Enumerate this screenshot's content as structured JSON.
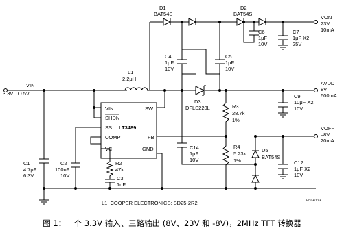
{
  "labels": {
    "d1": "D1",
    "d1_part": "BAT54S",
    "d2": "D2",
    "d2_part": "BAT54S",
    "von": "VON",
    "von_v": "23V",
    "von_i": "10mA",
    "c6": "C6",
    "c6_val": "1μF",
    "c6_v": "10V",
    "c7": "C7",
    "c7_val": "1μF X2",
    "c7_v": "25V",
    "c4": "C4",
    "c4_val": "1μF",
    "c4_v": "10V",
    "c5": "C5",
    "c5_val": "1μF",
    "c5_v": "10V",
    "l1": "L1",
    "l1_val": "2.2μH",
    "vin": "VIN",
    "vin_range": "3.3V TO 5V",
    "d3": "D3",
    "d3_part": "DFLS220L",
    "avdd": "AVDD",
    "avdd_v": "8V",
    "avdd_i": "600mA",
    "c9": "C9",
    "c9_val": "10μF X2",
    "c9_v": "10V",
    "r3": "R3",
    "r3_val": "28.7k",
    "r3_tol": "1%",
    "voff": "VOFF",
    "voff_v": "–8V",
    "voff_i": "20mA",
    "r4": "R4",
    "r4_val": "5.23k",
    "r4_tol": "1%",
    "c14": "C14",
    "c14_val": "1μF",
    "c14_v": "10V",
    "d5": "D5",
    "d5_part": "BAT54S",
    "c12": "C12",
    "c12_val": "1μF X2",
    "c12_v": "10V",
    "c1": "C1",
    "c1_val": "4.7μF",
    "c1_v": "6.3V",
    "c2": "C2",
    "c2_val": "100nF",
    "c2_v": "10V",
    "r2": "R2",
    "r2_val": "47k",
    "c3": "C3",
    "c3_val": "1nF",
    "ic_part": "LT3489",
    "pin_vin": "VIN",
    "pin_shdn": "SHDN",
    "pin_ss": "SS",
    "pin_comp": "COMP",
    "pin_vc": "VC",
    "pin_sw": "SW",
    "pin_fb": "FB",
    "pin_gnd": "GND",
    "l1_note": "L1: COOPER ELECTRONICS; SD25-2R2",
    "drawing_no": "DN417F01"
  },
  "caption": "图 1：一个 3.3V 输入、三路输出 (8V、23V 和 -8V)，2MHz TFT 转换器"
}
